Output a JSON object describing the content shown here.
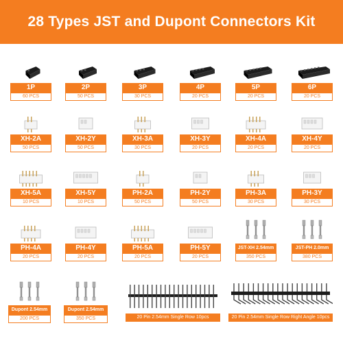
{
  "title": "28 Types JST and Dupont Connectors Kit",
  "colors": {
    "accent": "#f47d20",
    "connector_black": "#1c1c1c",
    "connector_white": "#f4f4f4"
  },
  "items": [
    {
      "label": "1P",
      "qty": "60 PCS",
      "icon": "dupont-housing-1p-icon"
    },
    {
      "label": "2P",
      "qty": "50 PCS",
      "icon": "dupont-housing-2p-icon"
    },
    {
      "label": "3P",
      "qty": "30 PCS",
      "icon": "dupont-housing-3p-icon"
    },
    {
      "label": "4P",
      "qty": "20 PCS",
      "icon": "dupont-housing-4p-icon"
    },
    {
      "label": "5P",
      "qty": "20 PCS",
      "icon": "dupont-housing-5p-icon"
    },
    {
      "label": "6P",
      "qty": "20 PCS",
      "icon": "dupont-housing-6p-icon"
    },
    {
      "label": "XH-2A",
      "qty": "50 PCS",
      "icon": "xh-2a-header-icon"
    },
    {
      "label": "XH-2Y",
      "qty": "50 PCS",
      "icon": "xh-2y-housing-icon"
    },
    {
      "label": "XH-3A",
      "qty": "30 PCS",
      "icon": "xh-3a-header-icon"
    },
    {
      "label": "XH-3Y",
      "qty": "20 PCS",
      "icon": "xh-3y-housing-icon"
    },
    {
      "label": "XH-4A",
      "qty": "20 PCS",
      "icon": "xh-4a-header-icon"
    },
    {
      "label": "XH-4Y",
      "qty": "20 PCS",
      "icon": "xh-4y-housing-icon"
    },
    {
      "label": "XH-5A",
      "qty": "10 PCS",
      "icon": "xh-5a-header-icon"
    },
    {
      "label": "XH-5Y",
      "qty": "10 PCS",
      "icon": "xh-5y-housing-icon"
    },
    {
      "label": "PH-2A",
      "qty": "50 PCS",
      "icon": "ph-2a-header-icon"
    },
    {
      "label": "PH-2Y",
      "qty": "50 PCS",
      "icon": "ph-2y-housing-icon"
    },
    {
      "label": "PH-3A",
      "qty": "30 PCS",
      "icon": "ph-3a-header-icon"
    },
    {
      "label": "PH-3Y",
      "qty": "30 PCS",
      "icon": "ph-3y-housing-icon"
    },
    {
      "label": "PH-4A",
      "qty": "20 PCS",
      "icon": "ph-4a-header-icon"
    },
    {
      "label": "PH-4Y",
      "qty": "20 PCS",
      "icon": "ph-4y-housing-icon"
    },
    {
      "label": "PH-5A",
      "qty": "20 PCS",
      "icon": "ph-5a-header-icon"
    },
    {
      "label": "PH-5Y",
      "qty": "20 PCS",
      "icon": "ph-5y-housing-icon"
    },
    {
      "label": "JST-XH 2.54mm",
      "qty": "350 PCS",
      "icon": "jst-xh-crimp-terminal-icon"
    },
    {
      "label": "JST-PH 2.0mm",
      "qty": "380 PCS",
      "icon": "jst-ph-crimp-terminal-icon"
    },
    {
      "label": "Dupont 2.54mm",
      "qty": "200 PCS",
      "icon": "dupont-male-pin-icon"
    },
    {
      "label": "Dupont 2.54mm",
      "qty": "350 PCS",
      "icon": "dupont-female-pin-icon"
    },
    {
      "label": "20 Pin 2.54mm Single Row 10pcs",
      "qty": "",
      "icon": "pin-header-straight-icon"
    },
    {
      "label": "20 Pin 2.54mm Single Row Right Angle 10pcs",
      "qty": "",
      "icon": "pin-header-right-angle-icon"
    }
  ]
}
